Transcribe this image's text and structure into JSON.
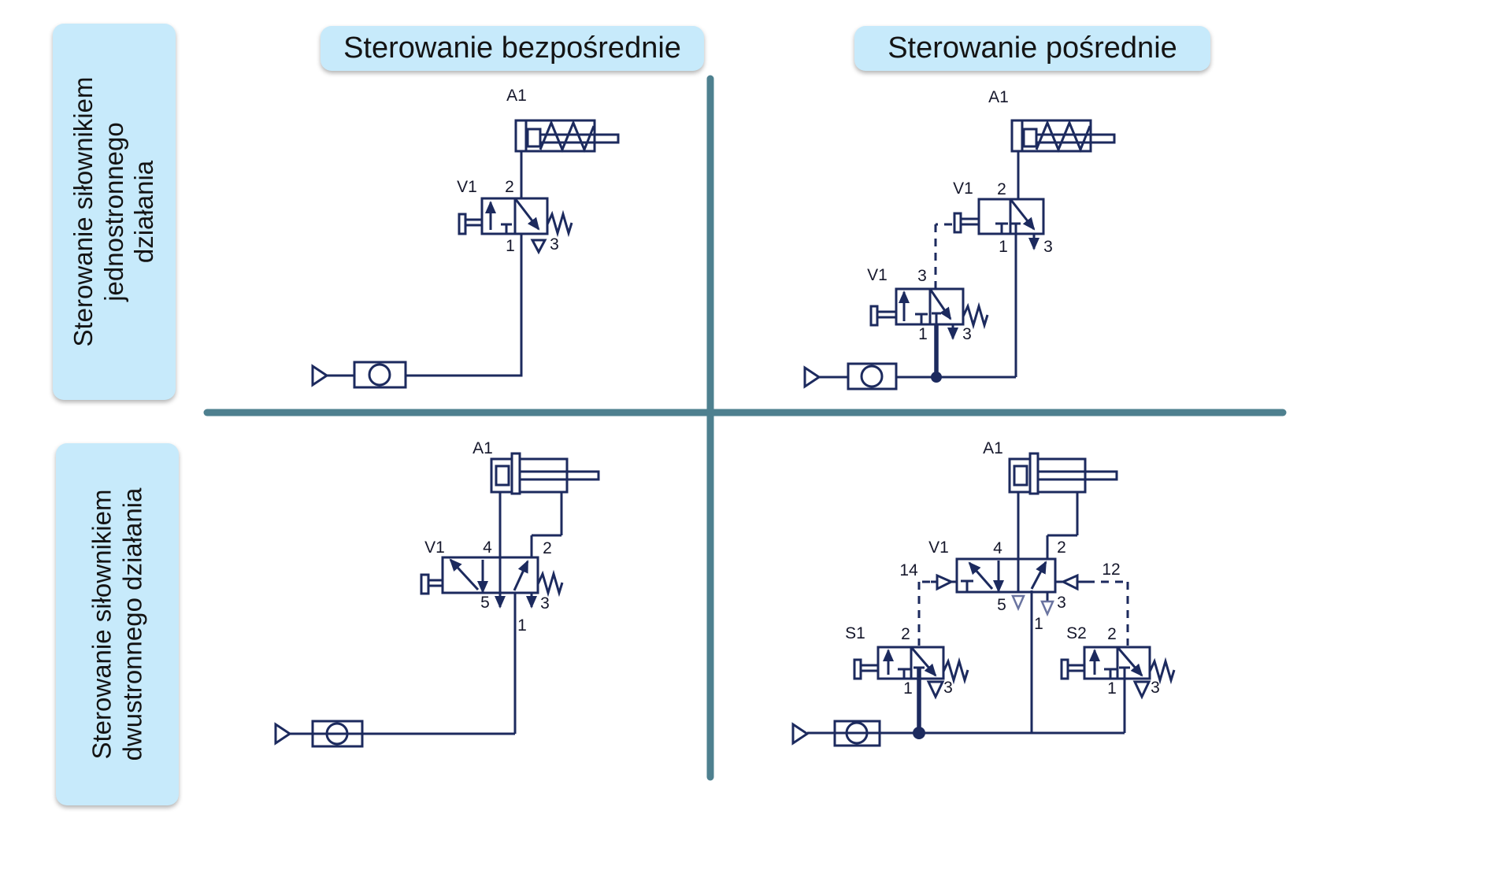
{
  "colors": {
    "line": "#1c2a5e",
    "divider": "#4e808f",
    "bubble_bg": "#c7eafb",
    "text": "#141414"
  },
  "column_titles": {
    "direct": "Sterowanie bezpośrednie",
    "indirect": "Sterowanie pośrednie"
  },
  "row_labels": {
    "row1_line1": "Sterowanie siłownikiem",
    "row1_line2": "jednostronnego",
    "row1_line3": "działania",
    "row2_line1": "Sterowanie siłownikiem",
    "row2_line2": "dwustronnego działania"
  },
  "tl": {
    "cylinder": "A1",
    "valve": "V1",
    "port2": "2",
    "port1": "1",
    "port3": "3"
  },
  "tr": {
    "cylinder": "A1",
    "main_valve": "V1",
    "main_port2": "2",
    "main_port1": "1",
    "main_port3": "3",
    "pilot_valve": "V1",
    "pilot_port_top": "3",
    "pilot_port1": "1",
    "pilot_port3": "3"
  },
  "bl": {
    "cylinder": "A1",
    "valve": "V1",
    "port4": "4",
    "port2": "2",
    "port5": "5",
    "port3": "3",
    "port1": "1"
  },
  "br": {
    "cylinder": "A1",
    "valve": "V1",
    "port4": "4",
    "port2": "2",
    "port14": "14",
    "port12": "12",
    "port5": "5",
    "port3": "3",
    "port1": "1",
    "s1_valve": "S1",
    "s1_port2": "2",
    "s1_port1": "1",
    "s1_port3": "3",
    "s2_valve": "S2",
    "s2_port2": "2",
    "s2_port1": "1",
    "s2_port3": "3"
  }
}
